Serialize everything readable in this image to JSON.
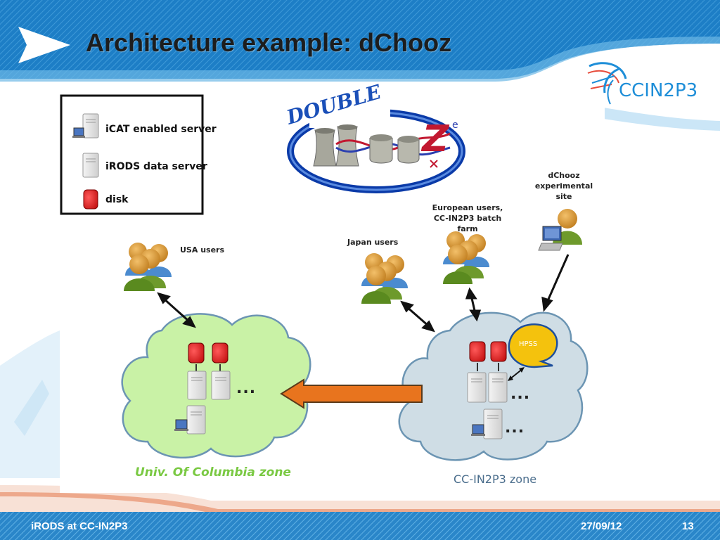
{
  "slide": {
    "title": "Architecture example: dChooz",
    "footer_left": "iRODS at CC-IN2P3",
    "footer_date": "27/09/12",
    "footer_page": "13",
    "logo_text": "CCIN2P3",
    "colors": {
      "header_blue": "#1e7fc6",
      "footer_blue": "#1f7ec4",
      "cloud_green": "#c9f2a6",
      "cloud_gray": "#cfdde5",
      "disk_red": "#e11a1a",
      "hpss_yellow": "#f4c20d",
      "arrow_orange": "#e8741e",
      "zone_green_text": "#7ac943",
      "zone_blue_text": "#4a6d8c"
    }
  },
  "legend": {
    "items": [
      {
        "label": "iCAT enabled server",
        "icon": "icat-server-icon"
      },
      {
        "label": "iRODS data server",
        "icon": "data-server-icon"
      },
      {
        "label": "disk",
        "icon": "disk-icon"
      }
    ]
  },
  "diagram": {
    "logo_word": "DOUBLE",
    "logo_letter": "Z",
    "logo_super": "e",
    "usa_users": "USA users",
    "japan_users": "Japan users",
    "european_users": [
      "European users,",
      "CC-IN2P3 batch",
      "farm"
    ],
    "dchooz_site": [
      "dChooz",
      "experimental",
      "site"
    ],
    "hpss": "HPSS",
    "columbia_zone": "Univ. Of Columbia zone",
    "ccin2p3_zone": "CC-IN2P3 zone",
    "ellipsis": "..."
  }
}
